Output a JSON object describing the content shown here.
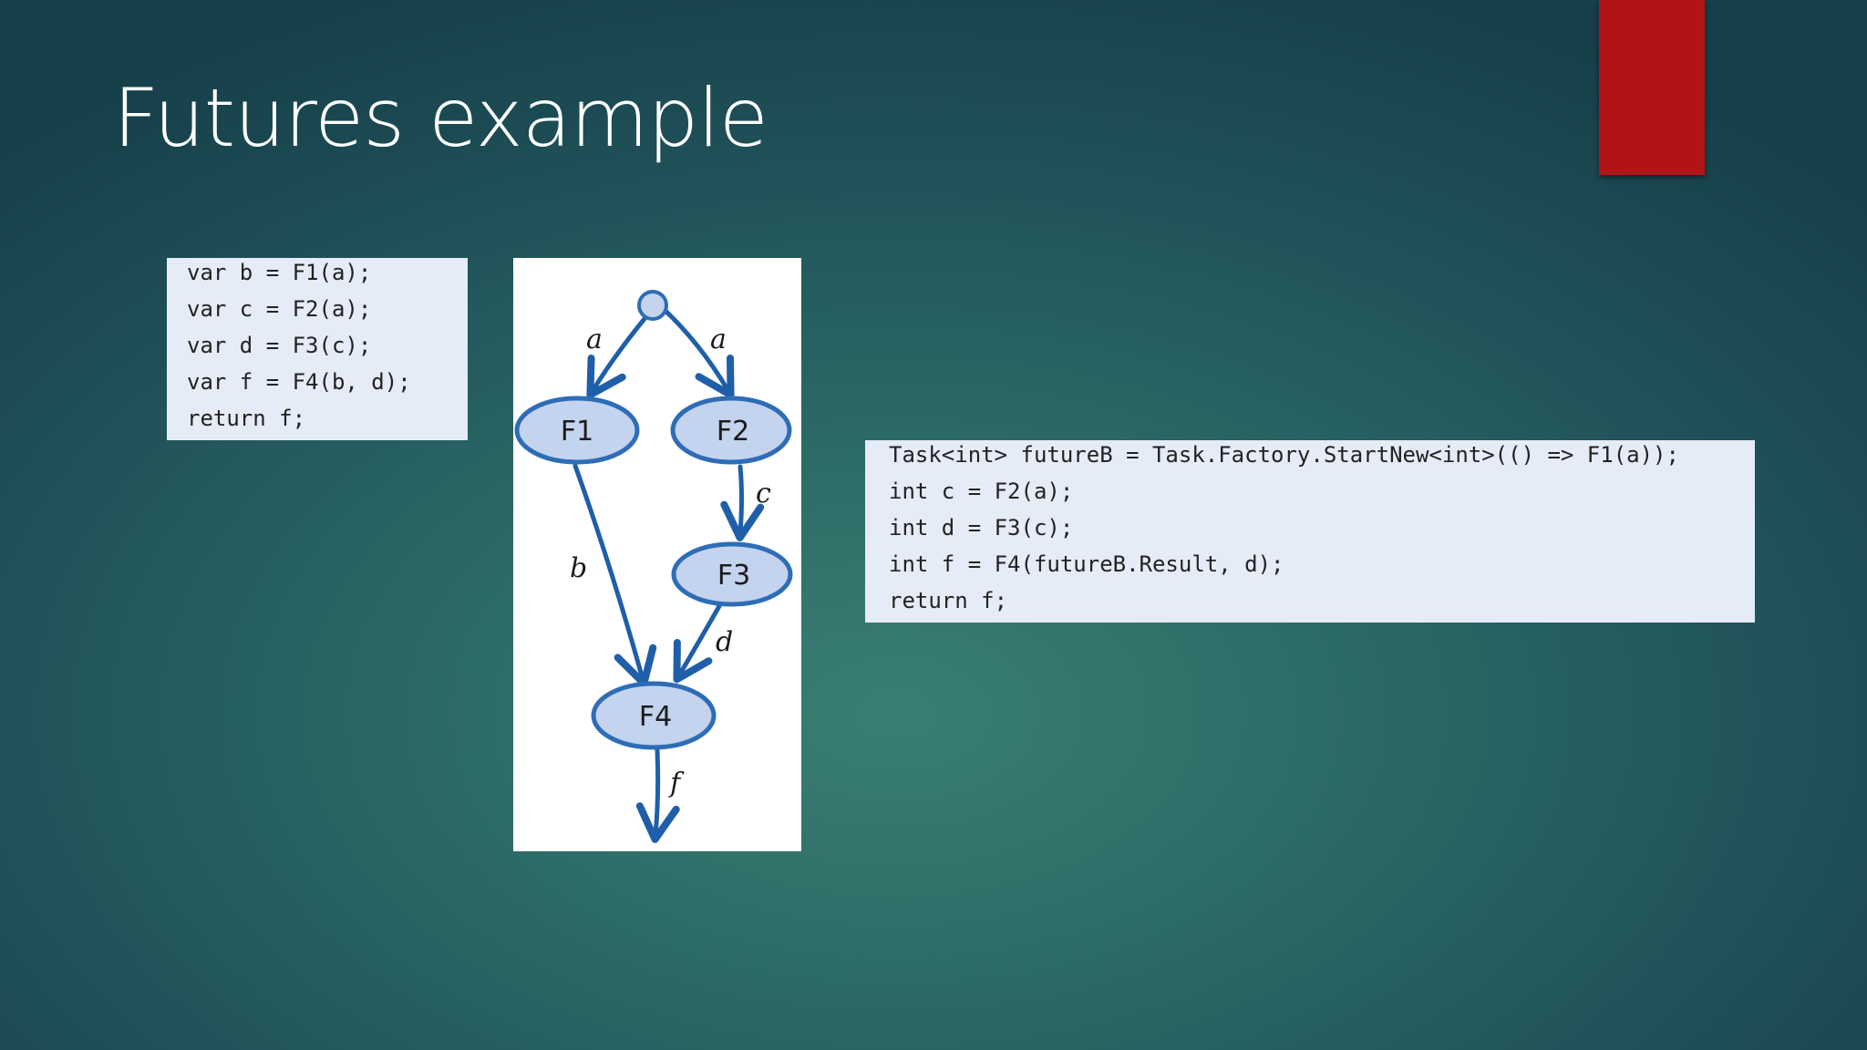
{
  "slide": {
    "title": "Futures example"
  },
  "colors": {
    "accent_bar": "#b01416",
    "code_bg": "#e6ebf8",
    "node_fill": "#c4d3ee",
    "node_stroke": "#2e6db6",
    "arrow": "#1f5fa9"
  },
  "sequential_code": {
    "lines": [
      "var b = F1(a);",
      "var c = F2(a);",
      "var d = F3(c);",
      "var f = F4(b, d);",
      "return f;"
    ]
  },
  "futures_code": {
    "lines": [
      "Task<int> futureB = Task.Factory.StartNew<int>(() => F1(a));",
      "int c = F2(a);",
      "int d = F3(c);",
      "int f = F4(futureB.Result, d);",
      "return f;"
    ]
  },
  "diagram": {
    "nodes": {
      "f1": "F1",
      "f2": "F2",
      "f3": "F3",
      "f4": "F4"
    },
    "edges": {
      "a_left": "a",
      "a_right": "a",
      "b": "b",
      "c": "c",
      "d": "d",
      "f": "f"
    }
  }
}
